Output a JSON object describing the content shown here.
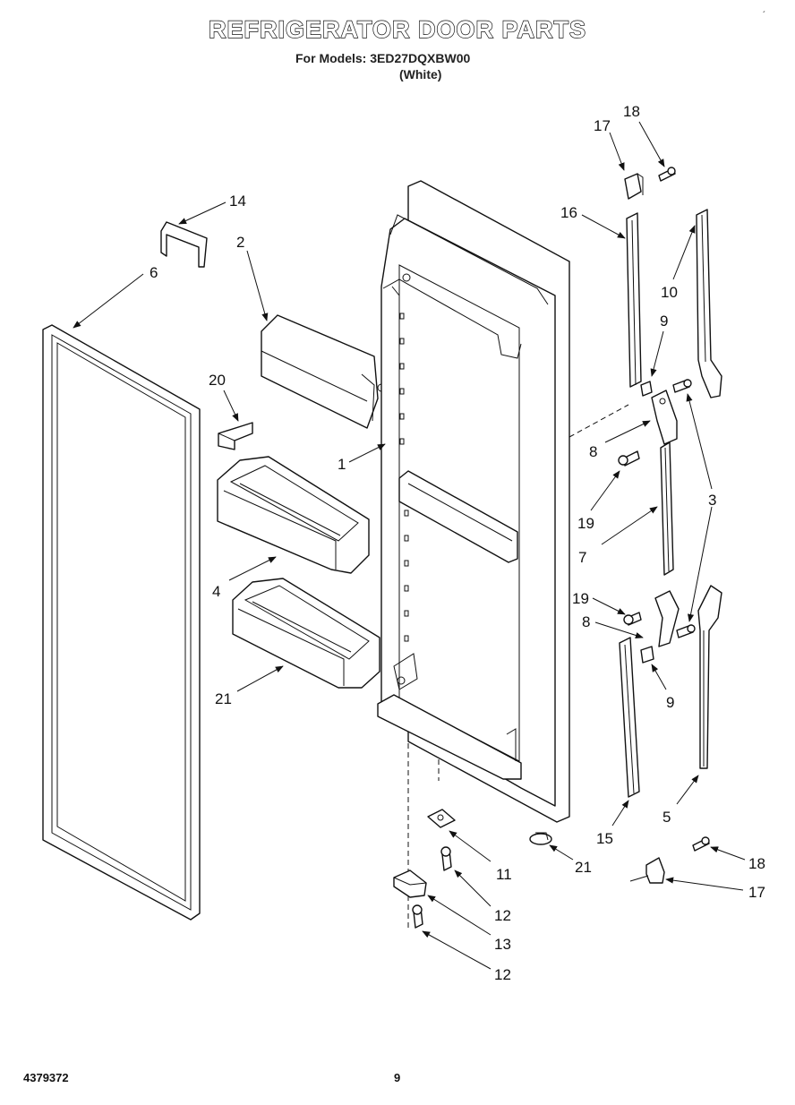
{
  "header": {
    "title": "REFRIGERATOR DOOR PARTS",
    "models_line": "For Models: 3ED27DQXBW00",
    "variant": "(White)"
  },
  "footer": {
    "doc_number": "4379372",
    "page_number": "9"
  },
  "corner_mark": "´",
  "callouts": [
    {
      "id": "c17a",
      "label": "17"
    },
    {
      "id": "c18a",
      "label": "18"
    },
    {
      "id": "c14",
      "label": "14"
    },
    {
      "id": "c2",
      "label": "2"
    },
    {
      "id": "c16",
      "label": "16"
    },
    {
      "id": "c6",
      "label": "6"
    },
    {
      "id": "c10",
      "label": "10"
    },
    {
      "id": "c9a",
      "label": "9"
    },
    {
      "id": "c20",
      "label": "20"
    },
    {
      "id": "c1",
      "label": "1"
    },
    {
      "id": "c8a",
      "label": "8"
    },
    {
      "id": "c3",
      "label": "3"
    },
    {
      "id": "c19a",
      "label": "19"
    },
    {
      "id": "c7",
      "label": "7"
    },
    {
      "id": "c4",
      "label": "4"
    },
    {
      "id": "c19b",
      "label": "19"
    },
    {
      "id": "c8b",
      "label": "8"
    },
    {
      "id": "c9b",
      "label": "9"
    },
    {
      "id": "c21a",
      "label": "21"
    },
    {
      "id": "c5",
      "label": "5"
    },
    {
      "id": "c15",
      "label": "15"
    },
    {
      "id": "c11",
      "label": "11"
    },
    {
      "id": "c21b",
      "label": "21"
    },
    {
      "id": "c18b",
      "label": "18"
    },
    {
      "id": "c12a",
      "label": "12"
    },
    {
      "id": "c17b",
      "label": "17"
    },
    {
      "id": "c13",
      "label": "13"
    },
    {
      "id": "c12b",
      "label": "12"
    }
  ]
}
